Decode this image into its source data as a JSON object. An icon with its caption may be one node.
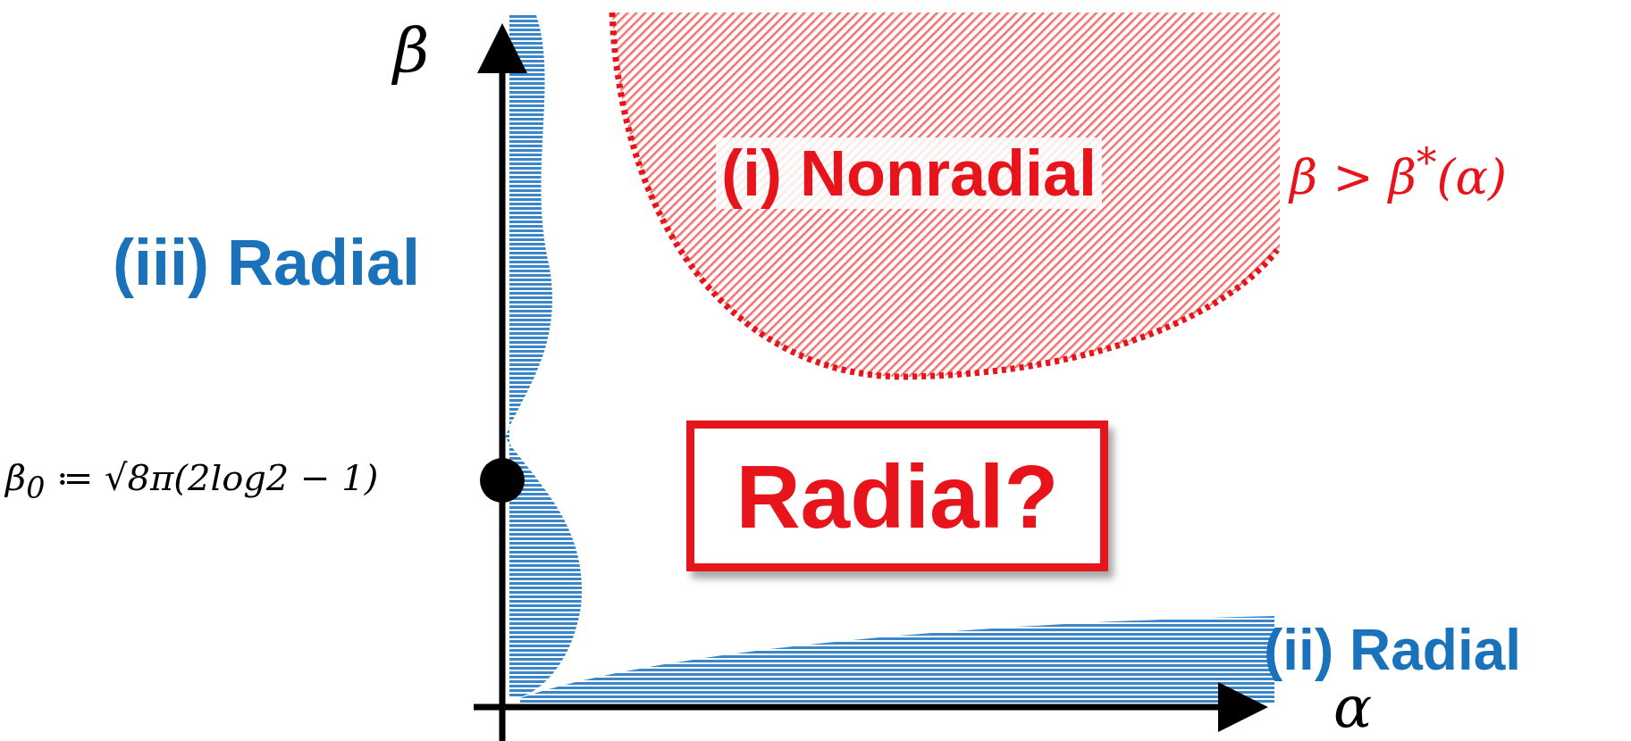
{
  "diagram": {
    "nodes": [
      {
        "text": [
          "(i) Nonradial"
        ],
        "beside": [
          "β > β$^{*}$(α)"
        ]
      },
      {
        "text": [
          "Radial?"
        ]
      },
      {
        "text": [],
        "shape": "band",
        "beside": [
          "(iii) Radial"
        ]
      },
      {
        "text": [],
        "shape": "band",
        "beside": [
          "(ii) Radial"
        ]
      }
    ],
    "labels": [
      "β",
      "β$_{0}$ ≔ √8π(2log2 − 1)",
      "α"
    ]
  }
}
